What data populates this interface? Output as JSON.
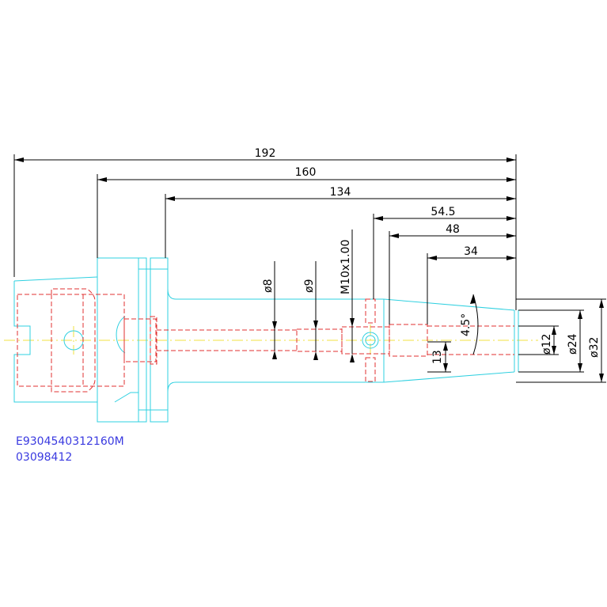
{
  "dimensions": {
    "len_192": "192",
    "len_160": "160",
    "len_134": "134",
    "len_54_5": "54.5",
    "len_48": "48",
    "len_34": "34",
    "dia_8": "ø8",
    "dia_9": "ø9",
    "thread": "M10x1.00",
    "angle": "4.5°",
    "len_13": "13",
    "dia_12": "ø12",
    "dia_24": "ø24",
    "dia_32": "ø32"
  },
  "part_code": {
    "line1": "E9304540312160M",
    "line2": "03098412"
  },
  "colors": {
    "outline": "#2fd0e0",
    "hidden": "#e03030",
    "centerline": "#f0e040",
    "dimension": "#000000",
    "code_text": "#3a3ae0"
  }
}
